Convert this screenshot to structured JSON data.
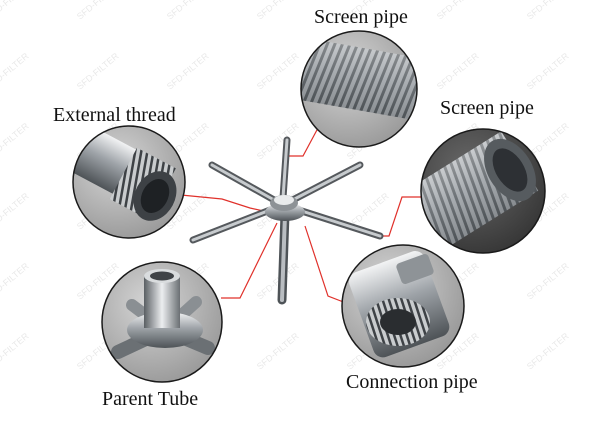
{
  "labels": {
    "screen_pipe_top": "Screen pipe",
    "external_thread": "External thread",
    "screen_pipe_right": "Screen pipe",
    "parent_tube": "Parent Tube",
    "connection_pipe": "Connection pipe"
  },
  "watermark": "SFD-FILTER",
  "colors": {
    "leader_line": "#e0312b",
    "steel_light": "#e4e6e8",
    "steel_mid": "#9ea3a8",
    "steel_dark": "#4e5357",
    "photo_bg": "#bcbcbc"
  }
}
